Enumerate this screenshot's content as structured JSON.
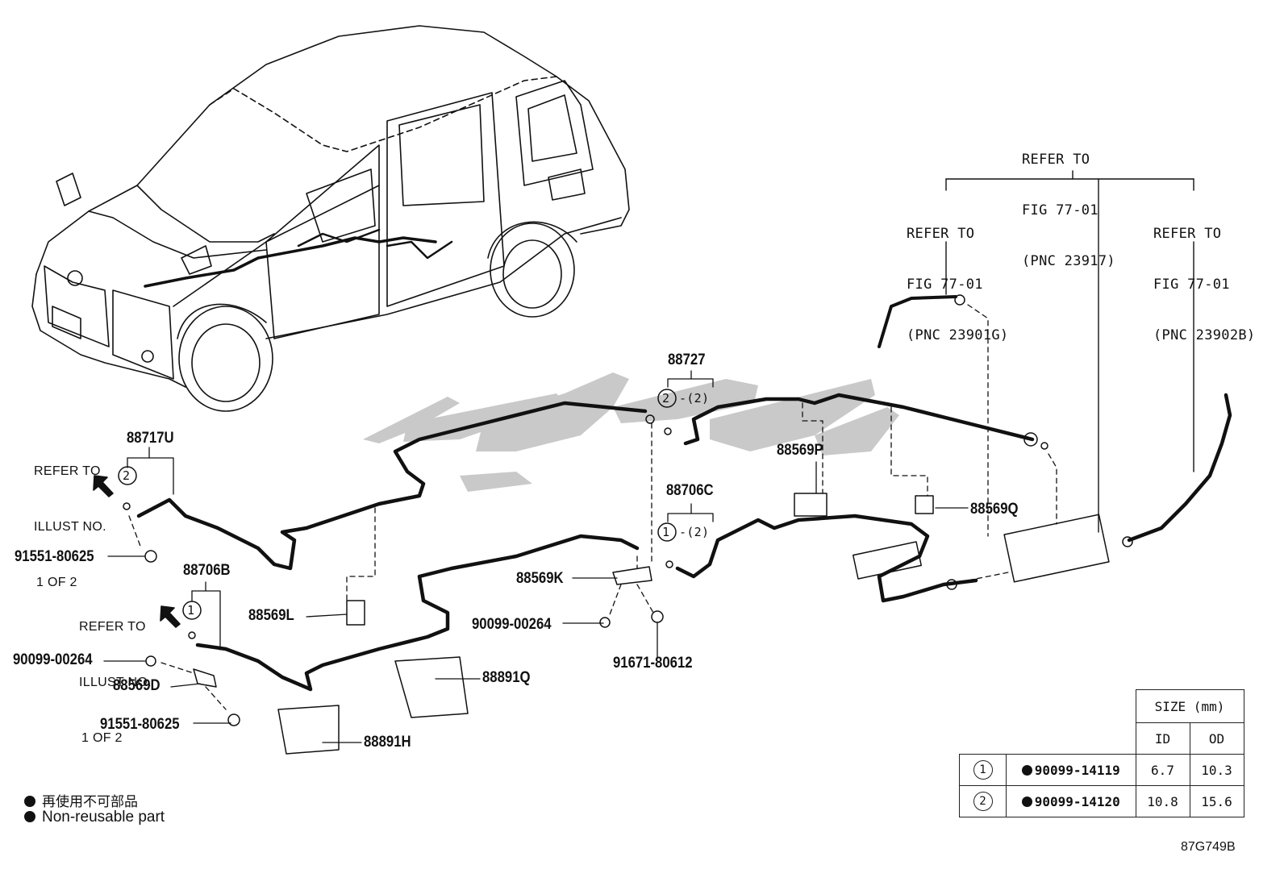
{
  "refers": {
    "top": [
      "REFER TO",
      "FIG 77-01",
      "(PNC 23917)"
    ],
    "left": [
      "REFER TO",
      "FIG 77-01",
      "(PNC 23901G)"
    ],
    "right": [
      "REFER TO",
      "FIG 77-01",
      "(PNC 23902B)"
    ],
    "illust_a": [
      "REFER TO",
      "ILLUST NO.",
      "1 OF 2"
    ],
    "illust_b": [
      "REFER TO",
      "ILLUST NO.",
      "1 OF 2"
    ]
  },
  "parts": {
    "p88727": "88727",
    "p88717U": "88717U",
    "p88569P": "88569P",
    "p88706C": "88706C",
    "p88569Q": "88569Q",
    "p91551a": "91551-80625",
    "p88706B": "88706B",
    "p88569K": "88569K",
    "p88569L": "88569L",
    "p90099a": "90099-00264",
    "p90099b": "90099-00264",
    "p91671": "91671-80612",
    "p88569D": "88569D",
    "p88891Q": "88891Q",
    "p91551b": "91551-80625",
    "p88891H": "88891H"
  },
  "callouts": {
    "c88727_num": "2",
    "c88727_qty": "-(2)",
    "c88706C_num": "1",
    "c88706C_qty": "-(2)",
    "c88717U_num": "2",
    "c88706B_num": "1"
  },
  "legend": {
    "jp": "再使用不可部品",
    "en": "Non-reusable part"
  },
  "size_table": {
    "header": "SIZE (mm)",
    "col_id": "ID",
    "col_od": "OD",
    "rows": [
      {
        "num": "1",
        "part": "90099-14119",
        "id": "6.7",
        "od": "10.3"
      },
      {
        "num": "2",
        "part": "90099-14120",
        "id": "10.8",
        "od": "15.6"
      }
    ]
  },
  "figure_code": "87G749B",
  "colors": {
    "line": "#111111",
    "watermark": "#c8c8c8"
  }
}
